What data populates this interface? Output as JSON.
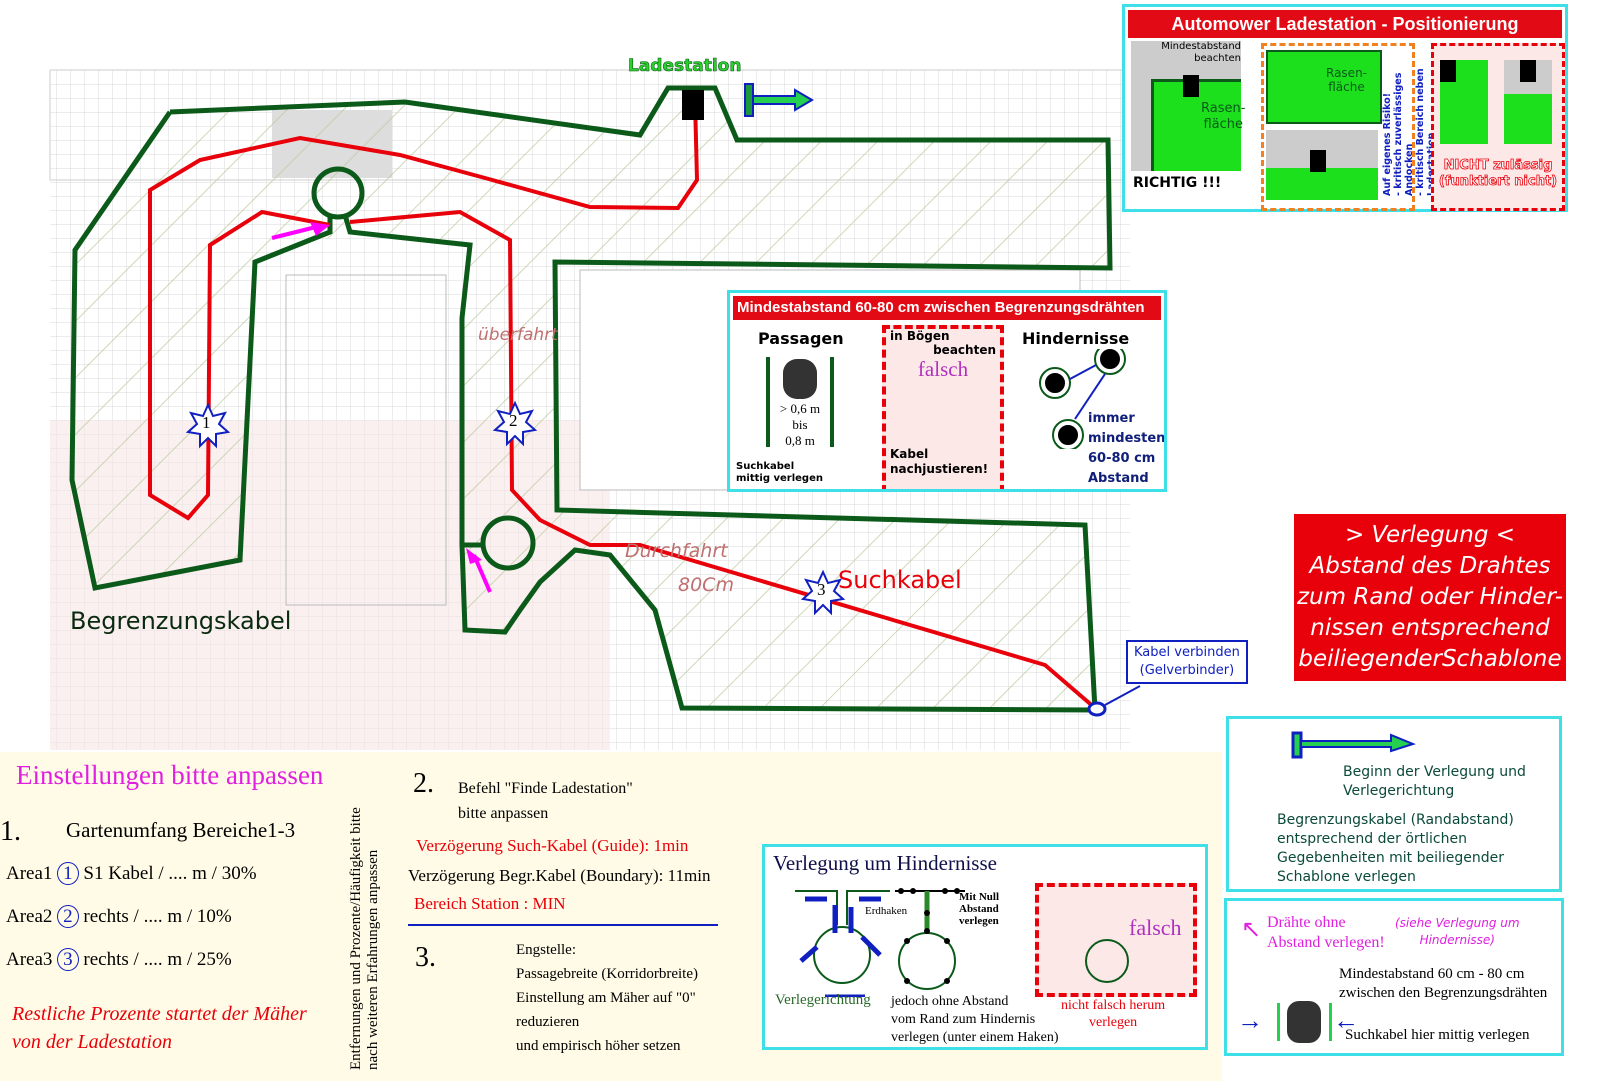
{
  "map": {
    "station_label": "Ladestation",
    "boundary_label": "Begrenzungskabel",
    "guide_label": "Suchkabel",
    "overpass_label": "überfahrt",
    "passage_label": "Durchfahrt",
    "passage_width": "80Cm",
    "connector_label_1": "Kabel verbinden",
    "connector_label_2": "(Gelverbinder)",
    "area_markers": [
      "1",
      "2",
      "3"
    ],
    "colors": {
      "boundary": "#0b5a1a",
      "guide": "#e8000a",
      "marker": "#1020c0",
      "arrow": "#ff00ff"
    }
  },
  "positioning": {
    "title": "Automower Ladestation - Positionierung",
    "min_distance_1": "Mindestabstand",
    "min_distance_2": "beachten",
    "lawn_1": "Rasen-",
    "lawn_2": "fläche",
    "correct": "RICHTIG !!!",
    "risk_1": "Auf eigenes Risiko!",
    "risk_2": "- kritisch zuverlässiges Andocken",
    "risk_3": "- kritisch Bereich neben Ladestation",
    "not_allowed_1": "NICHT zulässig",
    "not_allowed_2": "(funktiert nicht)"
  },
  "min_distance": {
    "title": "Mindestabstand 60-80 cm zwischen Begrenzungsdrähten",
    "passages": "Passagen",
    "range_1": "> 0,6 m",
    "range_2": "bis",
    "range_3": "0,8 m",
    "guide_1": "Suchkabel",
    "guide_2": "mittig verlegen",
    "curves_1": "in Bögen",
    "curves_2": "beachten",
    "wrong": "falsch",
    "readjust_1": "Kabel",
    "readjust_2": "nachjustieren!",
    "obstacles": "Hindernisse",
    "always_1": "immer",
    "always_2": "mindestens",
    "always_3": "60-80 cm",
    "always_4": "Abstand"
  },
  "laying_note": {
    "line1": "> Verlegung <",
    "line2": "Abstand des Drahtes",
    "line3": "zum Rand oder Hinder-",
    "line4": "nissen entsprechend",
    "line5": "beiliegenderSchablone"
  },
  "settings": {
    "title": "Einstellungen bitte anpassen",
    "s1_num": "1.",
    "s1_title": "Gartenumfang Bereiche1-3",
    "areas": [
      {
        "label": "Area1",
        "marker": "1",
        "text": "S1 Kabel / .... m / 30%"
      },
      {
        "label": "Area2",
        "marker": "2",
        "text": "rechts / .... m / 10%"
      },
      {
        "label": "Area3",
        "marker": "3",
        "text": "rechts / .... m / 25%"
      }
    ],
    "rest_1": "Restliche Prozente  startet der Mäher",
    "rest_2": "von der Ladestation",
    "vertical_1": "Entfernungen und Prozente/Häufigkeit bitte",
    "vertical_2": "nach weiteren Erfahrungen anpassen",
    "s2_num": "2.",
    "s2_line1": "Befehl \"Finde Ladestation\"",
    "s2_line2": "bitte anpassen",
    "guide_delay": "Verzögerung Such-Kabel (Guide): 1min",
    "boundary_delay": "Verzögerung Begr.Kabel (Boundary): 11min",
    "station_range": "Bereich Station : MIN",
    "s3_num": "3.",
    "s3_lines": [
      "Engstelle:",
      "Passagebreite (Korridorbreite)",
      "Einstellung am Mäher auf \"0\"",
      "reduzieren",
      "und empirisch höher setzen"
    ]
  },
  "obstacles": {
    "title": "Verlegung um Hindernisse",
    "direction": "Verlegerichtung",
    "hooks": "Erdhaken",
    "zero_1": "Mit Null",
    "zero_2": "Abstand",
    "zero_3": "verlegen",
    "desc_1": "jedoch ohne Abstand",
    "desc_2": "vom Rand zum Hindernis",
    "desc_3": "verlegen (unter einem Haken)",
    "wrong": "falsch",
    "not_wrong_1": "nicht falsch herum",
    "not_wrong_2": "verlegen"
  },
  "legend": {
    "start_1": "Beginn der Verlegung und",
    "start_2": "Verlegerichtung",
    "boundary_1": "Begrenzungskabel (Randabstand)",
    "boundary_2": "entsprechend der örtlichen",
    "boundary_3": "Gegebenheiten mit beiliegender",
    "boundary_4": "Schablone verlegen",
    "wires_1": "Drähte ohne",
    "wires_2": "Abstand verlegen!",
    "see_1": "(siehe Verlegung um",
    "see_2": "Hindernisse)",
    "min_1": "Mindestabstand 60 cm - 80 cm",
    "min_2": "zwischen den Begrenzungsdrähten",
    "guide_center": "Suchkabel hier mittig verlegen"
  }
}
